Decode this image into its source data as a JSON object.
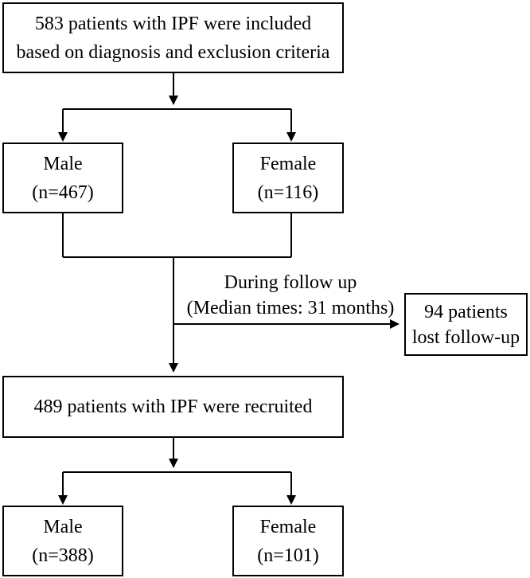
{
  "flowchart": {
    "top_box": {
      "line1": "583 patients with IPF were included",
      "line2": "based on diagnosis and exclusion criteria"
    },
    "group1": {
      "male": {
        "label": "Male",
        "count": "(n=467)"
      },
      "female": {
        "label": "Female",
        "count": "(n=116)"
      }
    },
    "follow_up": {
      "line1": "During follow up",
      "line2": "(Median times: 31 months)"
    },
    "lost_box": {
      "line1": "94 patients",
      "line2": "lost follow-up"
    },
    "recruited_box": {
      "text": "489 patients with IPF were recruited"
    },
    "group2": {
      "male": {
        "label": "Male",
        "count": "(n=388)"
      },
      "female": {
        "label": "Female",
        "count": "(n=101)"
      }
    }
  }
}
